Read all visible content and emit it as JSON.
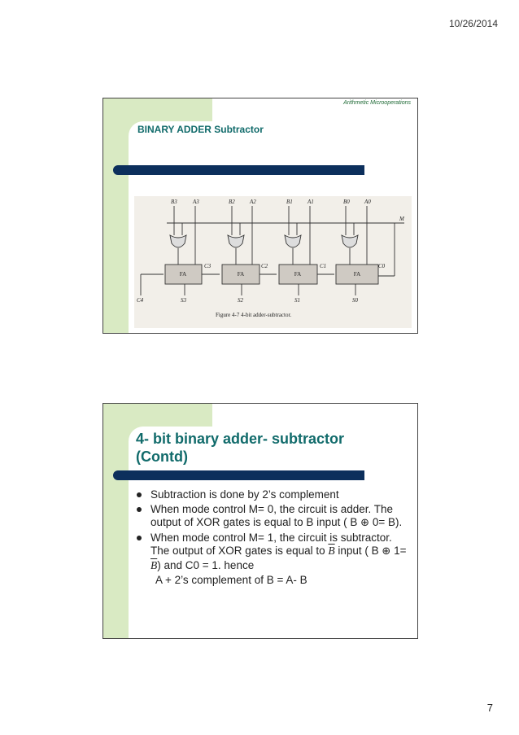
{
  "header": {
    "date": "10/26/2014"
  },
  "footer": {
    "page_number": "7"
  },
  "slide1": {
    "section_tag": "Arithmetic Microoperations",
    "title": "BINARY  ADDER Subtractor",
    "figure": {
      "caption": "Figure 4-7   4-bit adder-subtractor.",
      "inputs": [
        "B3",
        "A3",
        "B2",
        "A2",
        "B1",
        "A1",
        "B0",
        "A0"
      ],
      "mode_label": "M",
      "adder_label": "FA",
      "carry_labels": [
        "C4",
        "C3",
        "C2",
        "C1",
        "C0"
      ],
      "sum_labels": [
        "S3",
        "S2",
        "S1",
        "S0"
      ]
    }
  },
  "slide2": {
    "title_line1": "4- bit binary adder- subtractor",
    "title_line2": "(Contd)",
    "b1": "Subtraction is done by 2’s complement",
    "b2": "When mode control  M= 0, the circuit is adder. The output of XOR gates is equal to B input ( B ",
    "b2_sym": "⊕",
    "b2_end": " 0= B).",
    "b3a": "When mode control  M= 1, the circuit is subtractor. The output of XOR gates is equal to ",
    "b3_bar": "B",
    "b3b": " input ( B ",
    "b3_sym": "⊕",
    "b3c": " 1= ",
    "b3_bar2": "B",
    "b3d": ") and C0 = 1. hence",
    "b3_line2": "A + 2’s complement of B = A- B"
  }
}
